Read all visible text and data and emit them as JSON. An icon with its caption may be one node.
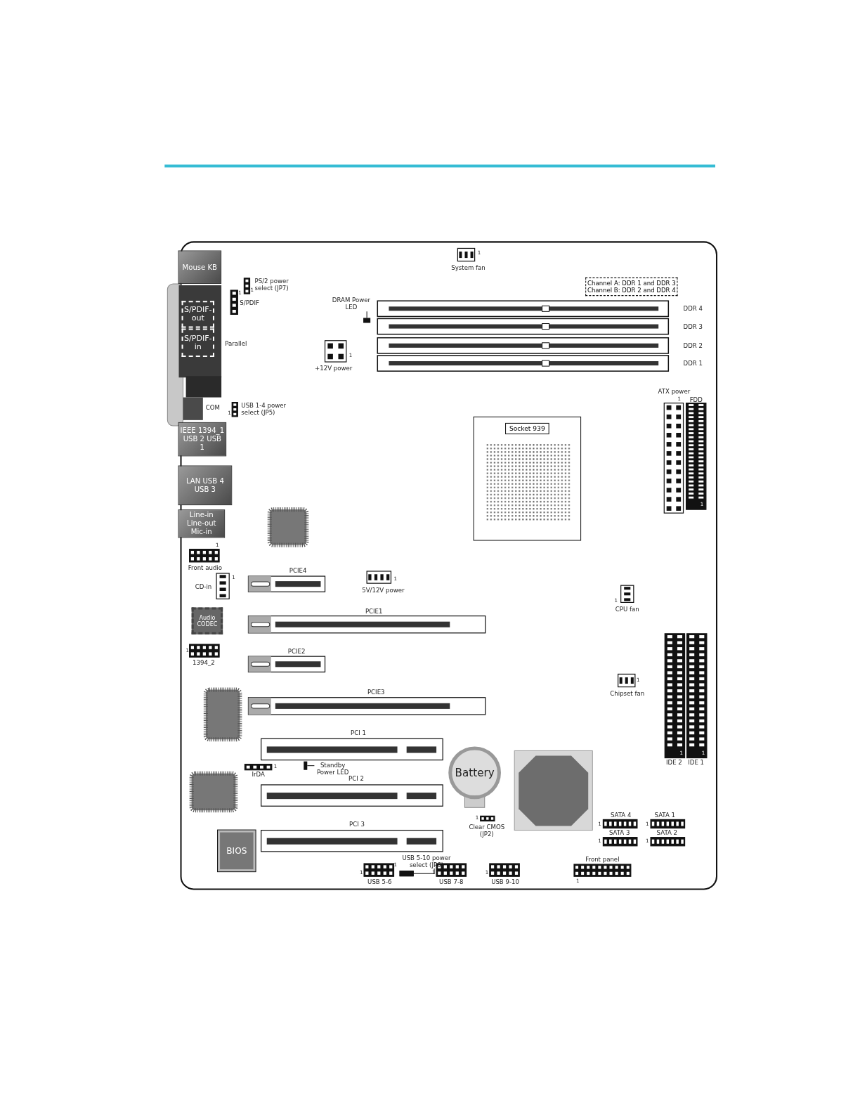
{
  "diagram": {
    "nodes": [
      {
        "text": [
          "Mouse KB"
        ]
      },
      {
        "text": [
          "S/PDIF-out"
        ]
      },
      {
        "text": [
          "S/PDIF-in"
        ]
      },
      {
        "text": [
          "IEEE 1394_1 USB 2 USB 1"
        ]
      },
      {
        "text": [
          "LAN USB 4 USB 3"
        ]
      },
      {
        "text": [
          "Line-in Line-out Mic-in"
        ]
      },
      {
        "text": [
          "Channel A: DDR 1 and DDR 3",
          "Channel B: DDR 2 and DDR 4"
        ]
      },
      {
        "text": [
          "Socket 939"
        ]
      },
      {
        "text": [
          "Audio CODEC"
        ]
      },
      {
        "text": [
          "BIOS"
        ]
      },
      {
        "text": [
          "Battery"
        ]
      },
      {
        "text": [
          "DRAM Power LED"
        ]
      },
      {
        "text": [],
        "shape": "box"
      },
      {
        "text": [
          "Standby Power LED"
        ]
      },
      {
        "text": [],
        "shape": "box"
      },
      {
        "text": [
          "USB 5-10 power select (JP6)"
        ]
      },
      {
        "text": [],
        "shape": "box"
      }
    ],
    "edges": [
      {
        "from": 11,
        "to": 12,
        "arrow": "none"
      },
      {
        "from": 13,
        "to": 14,
        "arrow": "none"
      },
      {
        "from": 15,
        "to": 16,
        "arrow": "none"
      }
    ],
    "labels": [
      "1",
      "System fan",
      "PS/2 power select (JP7)",
      "1",
      "1",
      "S/PDIF",
      "DDR 4",
      "DDR 3",
      "DDR 2",
      "Parallel",
      "1",
      "DDR 1",
      "+12V power",
      "ATX power",
      "1",
      "FDD",
      "COM",
      "USB 1-4 power select (JP5)",
      "1",
      "1",
      "1",
      "Front audio",
      "PCIE4",
      "1",
      "1",
      "CD-in",
      "5V/12V power",
      "1",
      "CPU fan",
      "PCIE1",
      "1",
      "PCIE2",
      "1394_2",
      "1",
      "PCIE3",
      "Chipset fan",
      "PCI 1",
      "1",
      "1",
      "IDE 2",
      "IDE 1",
      "1",
      "IrDA",
      "PCI 2",
      "SATA 4",
      "SATA 1",
      "1",
      "PCI 3",
      "1",
      "1",
      "Clear CMOS (JP2)",
      "SATA 3",
      "SATA 2",
      "1",
      "1",
      "Front panel",
      "1",
      "1",
      "1",
      "1",
      "USB 5-6",
      "USB 7-8",
      "USB 9-10",
      "1"
    ]
  }
}
